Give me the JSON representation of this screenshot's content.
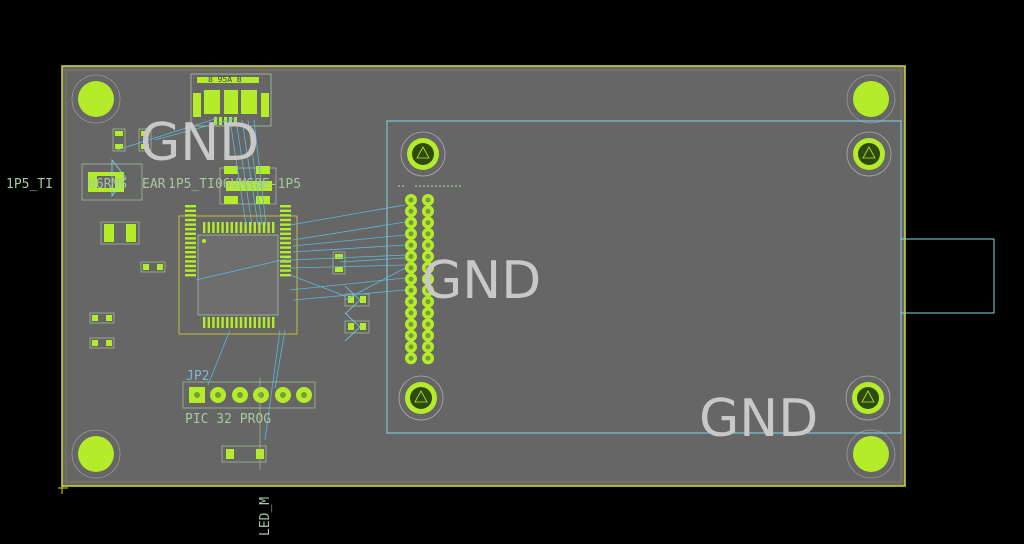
{
  "colors": {
    "background": "#000000",
    "board": "#666666",
    "board_outline": "#d8d830",
    "silkscreen": "#a8c8a0",
    "pad": "#b4ec2a",
    "ratsnest": "#5fb8d8",
    "outline_cyan": "#7fd8e8",
    "gnd_text": "#c8c8c8",
    "hole": "#2f4a10"
  },
  "labels": {
    "gnd_top_left": "GND",
    "gnd_center": "GND",
    "gnd_bottom_right": "GND",
    "jp2": "JP2",
    "pic32_prog": "PIC 32 PROG",
    "part_left": "1P5_TI",
    "part_mid": "06RMS",
    "part_ear": "EAR",
    "part_right": "1P5_TI06VMS8E-1P5",
    "led": "LED_M",
    "tiny_top": "8 95A B"
  }
}
